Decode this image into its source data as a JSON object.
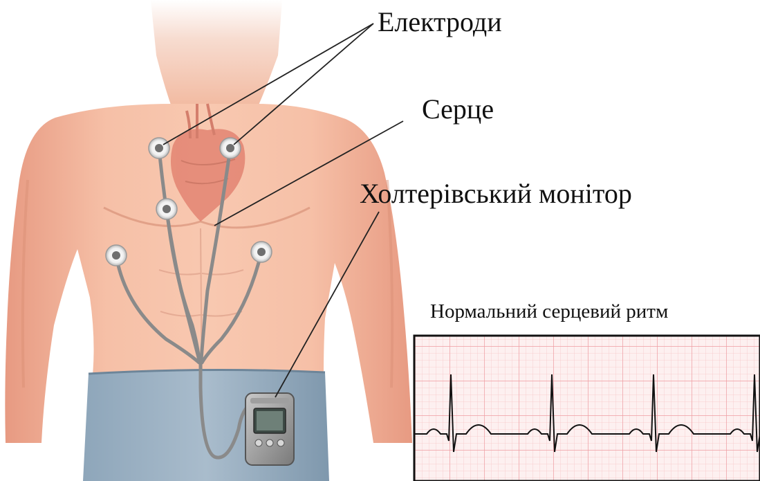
{
  "labels": {
    "electrodes": "Електроди",
    "heart": "Серце",
    "holter_monitor": "Холтерівський монітор",
    "ecg_title": "Нормальний серцевий ритм"
  },
  "colors": {
    "skin": "#f2b49a",
    "skin_shadow": "#d98e74",
    "pants": "#7f98ad",
    "ecg_grid": "#f2a4a8",
    "ecg_background": "#fdf0f0",
    "ecg_trace": "#111111",
    "leader_lines": "#222222"
  },
  "icons": {
    "electrode": "electrode-icon",
    "monitor": "holter-monitor-icon"
  }
}
